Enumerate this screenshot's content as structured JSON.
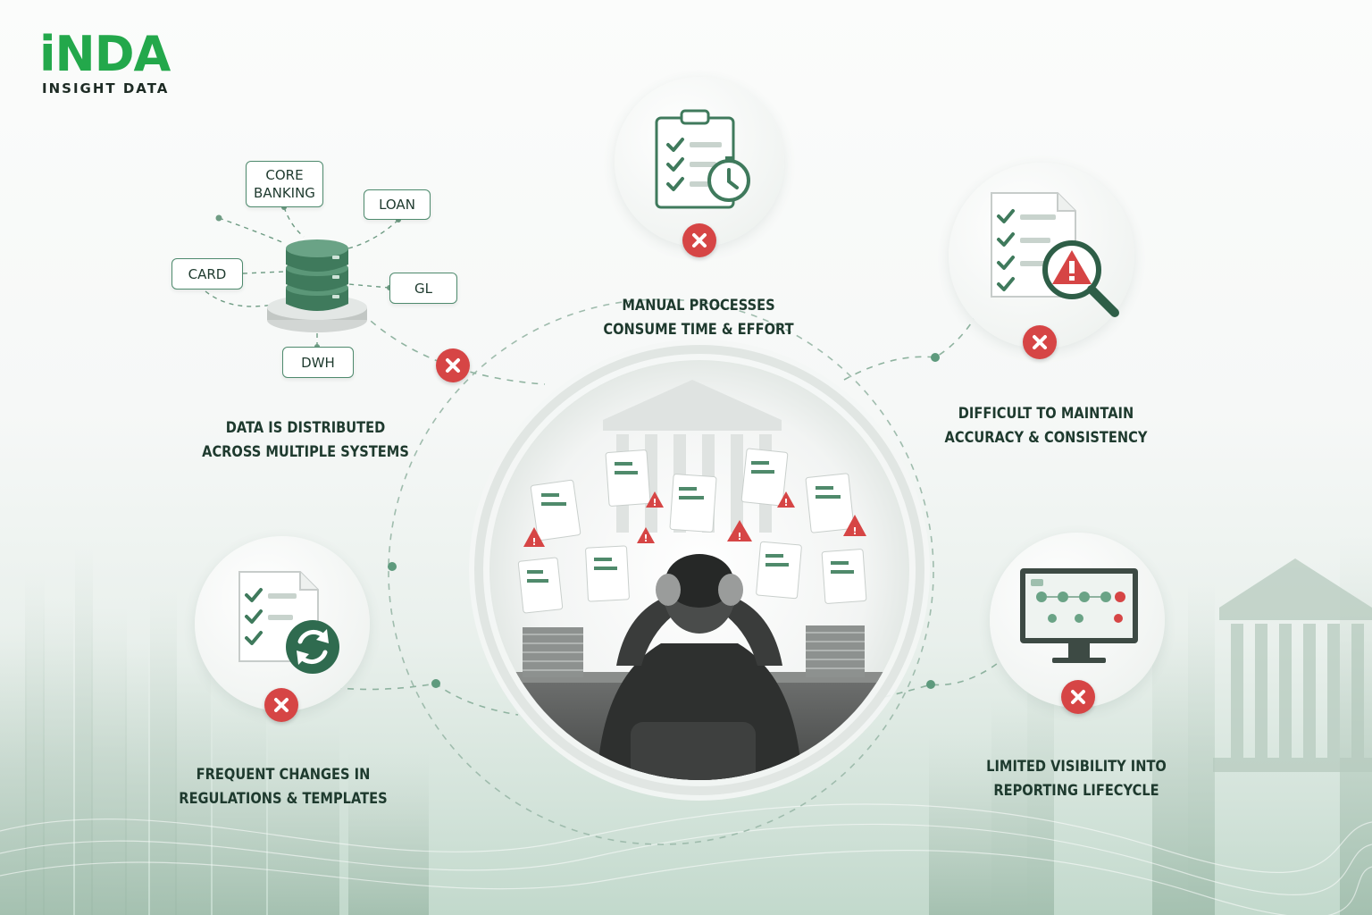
{
  "brand": {
    "logo_text": "iNDA",
    "tagline": "INSIGHT DATA",
    "accent_color": "#23a84b",
    "primary_green": "#3f7a5c",
    "alert_red": "#d64545"
  },
  "data_sources": {
    "hub_icon": "database-stack-icon",
    "systems": [
      "CORE\nBANKING",
      "LOAN",
      "CARD",
      "GL",
      "DWH"
    ]
  },
  "center": {
    "illustration": "stressed-banker-with-documents-and-warnings",
    "icons": [
      "bank-building-icon",
      "document-icon",
      "warning-icon",
      "paper-stack-icon"
    ]
  },
  "challenges": [
    {
      "id": "distributed-data",
      "icon": "database-network-icon",
      "status_icon": "error-x-icon",
      "caption": "DATA IS DISTRIBUTED\nACROSS MULTIPLE SYSTEMS"
    },
    {
      "id": "manual-processes",
      "icon": "clipboard-clock-icon",
      "status_icon": "error-x-icon",
      "caption": "MANUAL PROCESSES\nCONSUME TIME & EFFORT"
    },
    {
      "id": "accuracy-consistency",
      "icon": "document-warning-magnifier-icon",
      "status_icon": "error-x-icon",
      "caption": "DIFFICULT TO MAINTAIN\nACCURACY & CONSISTENCY"
    },
    {
      "id": "frequent-changes",
      "icon": "document-refresh-icon",
      "status_icon": "error-x-icon",
      "caption": "FREQUENT CHANGES IN\nREGULATIONS & TEMPLATES"
    },
    {
      "id": "limited-visibility",
      "icon": "monitor-workflow-icon",
      "status_icon": "error-x-icon",
      "caption": "LIMITED VISIBILITY INTO\nREPORTING LIFECYCLE"
    }
  ]
}
